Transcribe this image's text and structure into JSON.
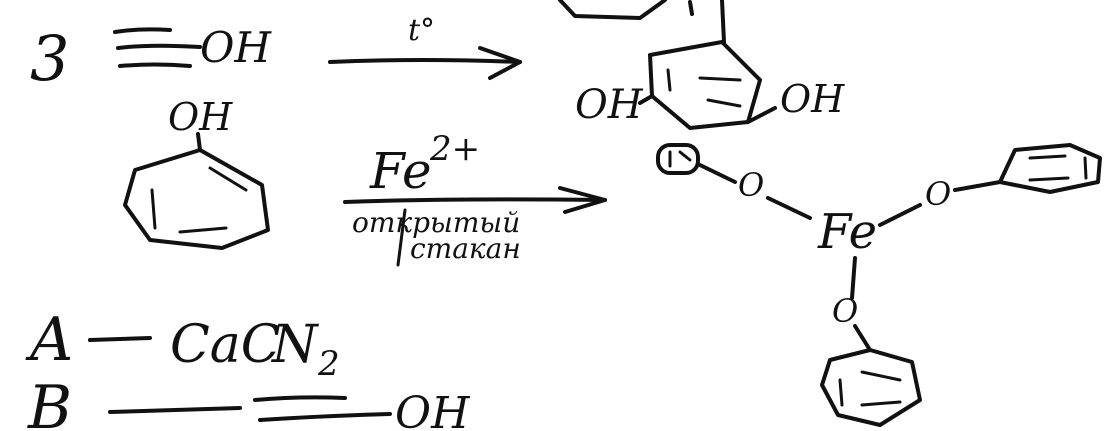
{
  "row1": {
    "coef": "3",
    "oh": "OH",
    "cond": "t°"
  },
  "row2": {
    "phenol_oh": "OH",
    "reagent": "Fe",
    "charge": "2+",
    "cond_line1": "открытый",
    "cond_line2": "стакан"
  },
  "product1": {
    "left_oh": "OH",
    "right_oh": "OH"
  },
  "product2": {
    "metal": "Fe",
    "o_left": "O",
    "o_right": "O",
    "o_bottom": "O"
  },
  "answers": {
    "a_label": "A",
    "a_formula": "CaC",
    "a_n": "N",
    "a_sub": "2",
    "b_label": "B",
    "b_oh": "OH"
  }
}
